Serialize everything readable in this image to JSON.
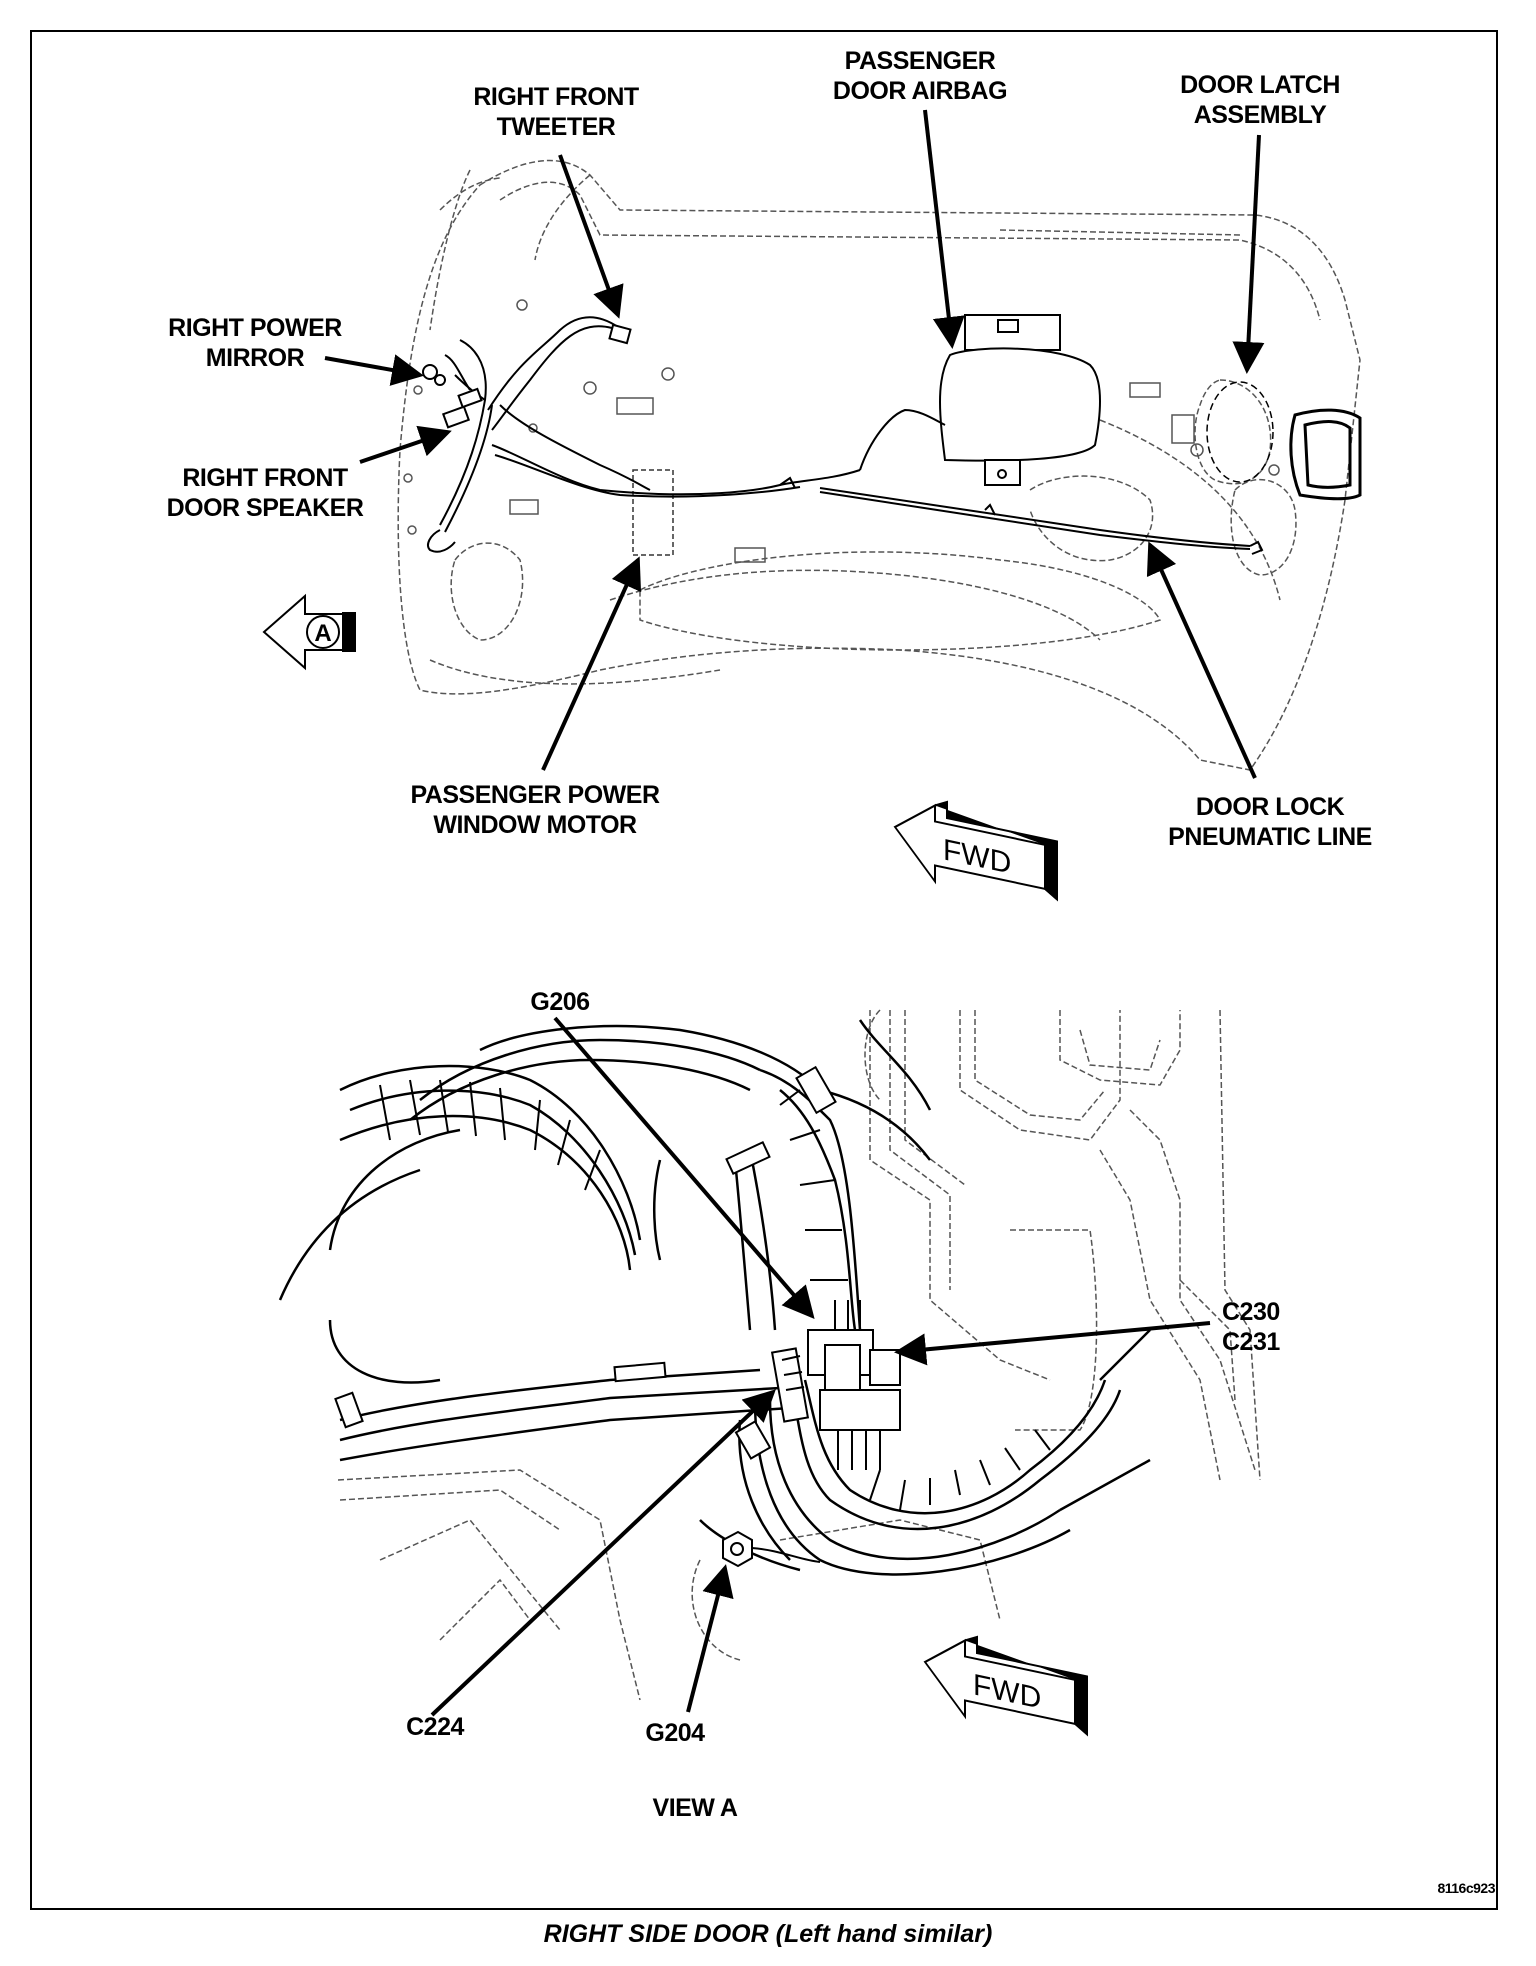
{
  "top_view": {
    "labels": {
      "right_front_tweeter": [
        "RIGHT FRONT",
        "TWEETER"
      ],
      "passenger_door_airbag": [
        "PASSENGER",
        "DOOR AIRBAG"
      ],
      "door_latch_assembly": [
        "DOOR LATCH",
        "ASSEMBLY"
      ],
      "right_power_mirror": [
        "RIGHT POWER",
        "MIRROR"
      ],
      "right_front_door_speaker": [
        "RIGHT FRONT",
        "DOOR SPEAKER"
      ],
      "passenger_power_window_motor": [
        "PASSENGER POWER",
        "WINDOW MOTOR"
      ],
      "door_lock_pneumatic_line": [
        "DOOR LOCK",
        "PNEUMATIC LINE"
      ]
    },
    "view_marker": "A",
    "fwd": "FWD"
  },
  "view_a": {
    "labels": {
      "g206": "G206",
      "c230": "C230",
      "c231": "C231",
      "c224": "C224",
      "g204": "G204"
    },
    "fwd": "FWD",
    "title": "VIEW A"
  },
  "figure_id": "8116c923",
  "caption": "RIGHT SIDE DOOR (Left hand similar)"
}
